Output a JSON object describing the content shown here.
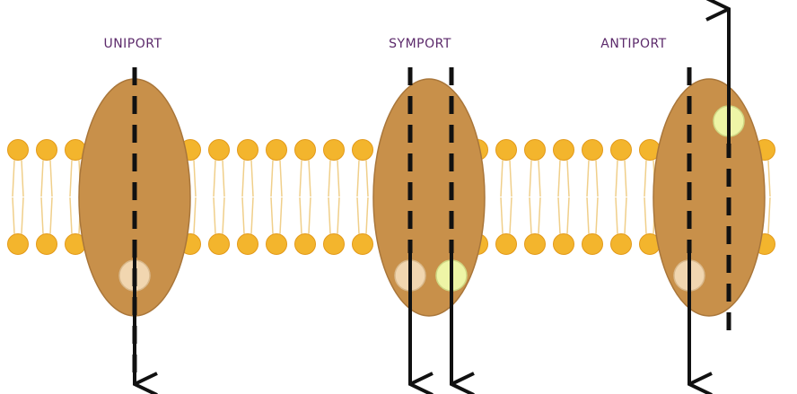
{
  "labels": {
    "uniport": "UNIPORT",
    "symport": "SYMPORT",
    "antiport": "ANTIPORT"
  },
  "colors": {
    "label": "#5c2a6b",
    "protein": "#c8904a",
    "protein_edge": "#a9763a",
    "lipid_head": "#f3b52d",
    "lipid_head_edge": "#e39a1a",
    "lipid_tail": "#f0cf8a",
    "solute_a": "#f1d6b0",
    "solute_b": "#eef5a6",
    "arrow": "#111111"
  },
  "icons": {
    "protein": "transport-protein-ellipse",
    "solute": "solute-circle",
    "lipid": "phospholipid-head-icon"
  }
}
